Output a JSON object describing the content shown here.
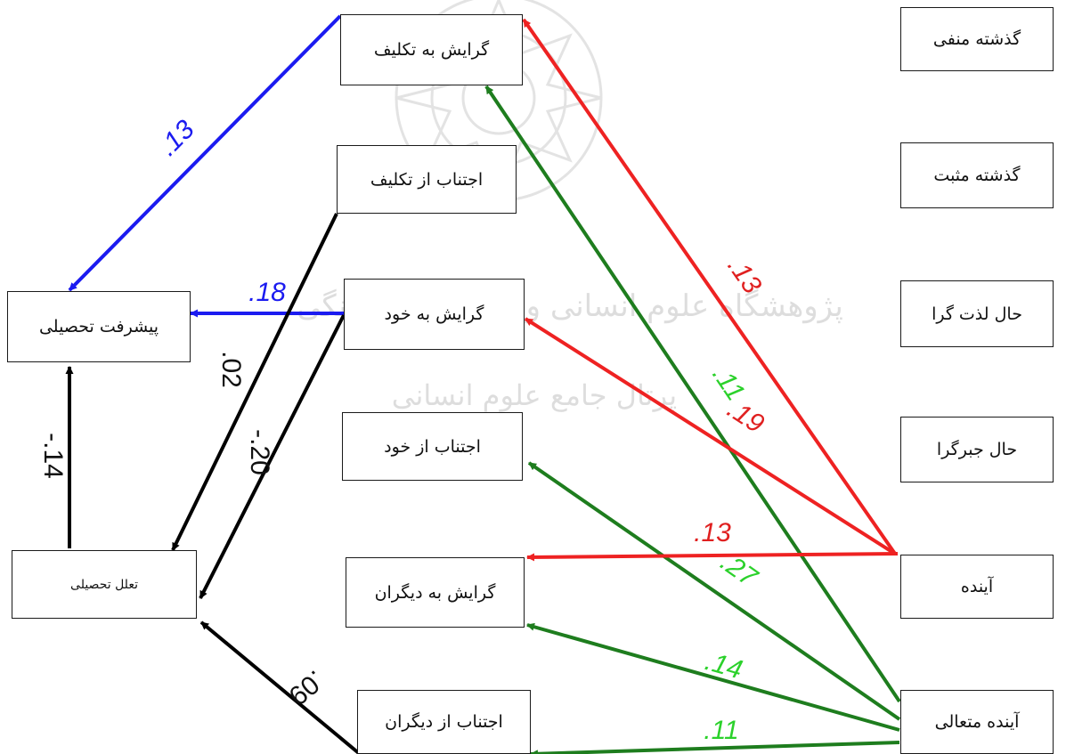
{
  "nodes": {
    "past_negative": "گذشته منفی",
    "past_positive": "گذشته مثبت",
    "present_hedonistic": "حال لذت گرا",
    "present_fatalistic": "حال جبرگرا",
    "future": "آینده",
    "transcendental_future": "آینده متعالی",
    "task_approach": "گرایش به تکلیف",
    "task_avoidance": "اجتناب از تکلیف",
    "self_approach": "گرایش به خود",
    "self_avoidance": "اجتناب از خود",
    "other_approach": "گرایش به دیگران",
    "other_avoidance": "اجتناب از دیگران",
    "achievement": "پیشرفت تحصیلی",
    "procrastination": "تعلل تحصیلی"
  },
  "paths": [
    {
      "from": "task_approach",
      "to": "achievement",
      "coef": ".13",
      "color": "#1b1bf0"
    },
    {
      "from": "self_approach",
      "to": "achievement",
      "coef": ".18",
      "color": "#1b1bf0"
    },
    {
      "from": "procrastination",
      "to": "achievement",
      "coef": "-.14",
      "color": "#000000"
    },
    {
      "from": "task_avoidance",
      "to": "procrastination",
      "coef": ".02",
      "color": "#000000"
    },
    {
      "from": "self_approach",
      "to": "procrastination",
      "coef": "-.20",
      "color": "#000000"
    },
    {
      "from": "other_avoidance",
      "to": "procrastination",
      "coef": ".09",
      "color": "#000000"
    },
    {
      "from": "future",
      "to": "task_approach",
      "coef": ".13",
      "color": "#ee2222"
    },
    {
      "from": "future",
      "to": "self_approach",
      "coef": ".19",
      "color": "#ee2222"
    },
    {
      "from": "future",
      "to": "other_approach",
      "coef": ".13",
      "color": "#ee2222"
    },
    {
      "from": "transcendental_future",
      "to": "task_approach",
      "coef": ".11",
      "color": "#1e7d1e"
    },
    {
      "from": "transcendental_future",
      "to": "self_avoidance",
      "coef": ".27",
      "color": "#1e7d1e"
    },
    {
      "from": "transcendental_future",
      "to": "other_approach",
      "coef": ".14",
      "color": "#1e7d1e"
    },
    {
      "from": "transcendental_future",
      "to": "other_avoidance",
      "coef": ".11",
      "color": "#1e7d1e"
    }
  ],
  "watermark": {
    "line1": "پژوهشگاه علوم انسانی و مطالعات فرهنگی",
    "line2": "پرتال جامع علوم انسانی",
    "color": "#9a9a9a"
  },
  "label_colors": {
    "blue": "#1b1bf0",
    "black": "#111111",
    "red": "#e02020",
    "green": "#2bd12b"
  }
}
